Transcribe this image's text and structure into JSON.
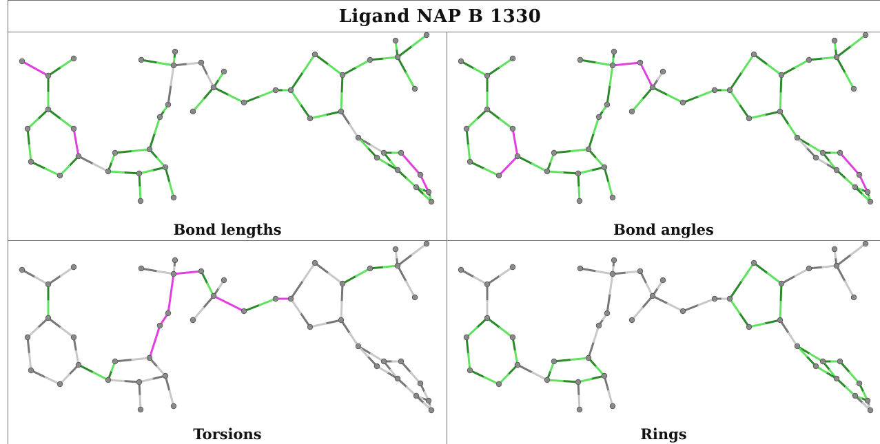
{
  "title": "Ligand NAP B 1330",
  "panels": [
    {
      "caption": "Bond lengths",
      "scheme": "lengths"
    },
    {
      "caption": "Bond angles",
      "scheme": "angles"
    },
    {
      "caption": "Torsions",
      "scheme": "torsions"
    },
    {
      "caption": "Rings",
      "scheme": "rings"
    }
  ],
  "colors": {
    "good_light": "#5fe35f",
    "good_dark": "#2a8a2a",
    "outlier": "#e040e0",
    "neutral": "#c8c8c8",
    "neutral_dark": "#777777",
    "atom": "#8a8a8a",
    "atom_edge": "#555555",
    "border": "#6e6e6e"
  }
}
